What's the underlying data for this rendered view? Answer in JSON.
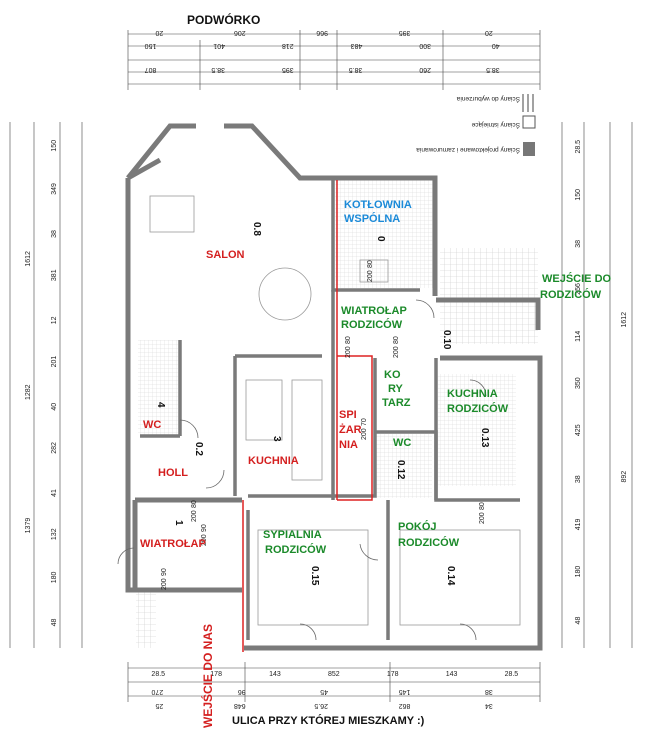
{
  "header": {
    "yard_label": "PODWÓRKO"
  },
  "footer": {
    "street_label": "ULICA PRZY KTÓREJ MIESZKAMY :)"
  },
  "entrance_us": "WEJŚCIE DO NAS",
  "entrance_parents": [
    "WEJŚCIE DO",
    "RODZICÓW"
  ],
  "legend": [
    "Ściany do wyburzenia",
    "Ściany istniejące",
    "Ściany projektowane i zamurowania"
  ],
  "rooms": {
    "salon": {
      "name": "SALON",
      "number": "0.8"
    },
    "kotlownia": {
      "name": [
        "KOTŁOWNIA",
        "WSPÓLNA"
      ],
      "number": "0"
    },
    "wiatrolap_rodzicow": {
      "name": [
        "WIATROŁAP",
        "RODZICÓW"
      ],
      "number": "0.10"
    },
    "korytarz": {
      "name": [
        "KO",
        "RY",
        "TARZ"
      ]
    },
    "kuchnia_rodzicow": {
      "name": [
        "KUCHNIA",
        "RODZICÓW"
      ],
      "number": "0.13"
    },
    "spizarnia": {
      "name": [
        "SPI",
        "ŻAR",
        "NIA"
      ]
    },
    "wc_left": {
      "name": "WC",
      "number": "4"
    },
    "holl": {
      "name": "HOLL",
      "number": "0.2"
    },
    "kuchnia": {
      "name": "KUCHNIA",
      "number": "3"
    },
    "wc_parents": {
      "name": "WC",
      "number": "0.12"
    },
    "wiatrolap": {
      "name": "WIATROŁAP",
      "number": "1"
    },
    "sypialnia": {
      "name": [
        "SYPIALNIA",
        "RODZICÓW"
      ],
      "number": "0.15"
    },
    "pokoj": {
      "name": [
        "POKÓJ",
        "RODZICÓW"
      ],
      "number": "0.14"
    }
  },
  "dims": {
    "top1": [
      "20",
      "206",
      "966",
      "395",
      "20"
    ],
    "top2": [
      "150",
      "401",
      "218",
      "483",
      "300",
      "40"
    ],
    "top3": [
      "807",
      "38.5",
      "395",
      "38.5",
      "260",
      "38.5"
    ],
    "left": [
      "150",
      "349",
      "38",
      "381",
      "12",
      "201",
      "40",
      "282",
      "41",
      "132",
      "180",
      "48"
    ],
    "left_total": [
      "1612",
      "1282",
      "1379"
    ],
    "right": [
      "28.5",
      "150",
      "38",
      "256",
      "114",
      "350",
      "425",
      "38",
      "419",
      "180",
      "48"
    ],
    "right_total": [
      "1612",
      "892"
    ],
    "bottom1": [
      "28.5",
      "178",
      "143",
      "852",
      "178",
      "143",
      "28.5"
    ],
    "bottom2": [
      "270",
      "96",
      "45",
      "145",
      "38"
    ],
    "bottom3": [
      "25",
      "648",
      "26.5",
      "862",
      "34"
    ],
    "doors": [
      "80",
      "200",
      "90",
      "200",
      "90",
      "200",
      "80",
      "200",
      "80",
      "200",
      "80",
      "200",
      "70",
      "200",
      "80",
      "200"
    ]
  }
}
